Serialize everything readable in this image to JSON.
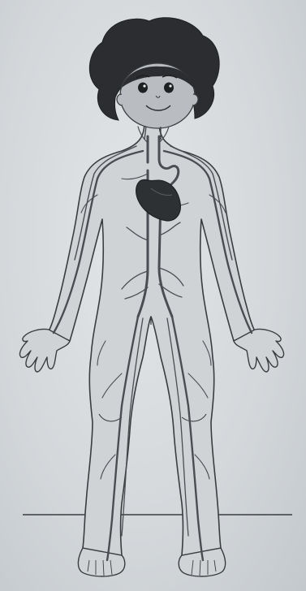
{
  "figure": {
    "subject": "child-body-circulatory-system",
    "colors": {
      "background": "#d8dcdf",
      "outline": "#3a3d40",
      "hair": "#2b2d30",
      "skin_face": "#b9bdc1",
      "heart": "#2e3134",
      "vessel": "#4a4e52",
      "body_fill": "#cfd3d6"
    },
    "parts": [
      "head",
      "hair",
      "face",
      "neck",
      "torso",
      "left-arm",
      "right-arm",
      "left-hand",
      "right-hand",
      "left-leg",
      "right-leg",
      "left-foot",
      "right-foot",
      "heart",
      "aorta",
      "vena-cava",
      "arteries",
      "veins",
      "floor-line"
    ]
  }
}
